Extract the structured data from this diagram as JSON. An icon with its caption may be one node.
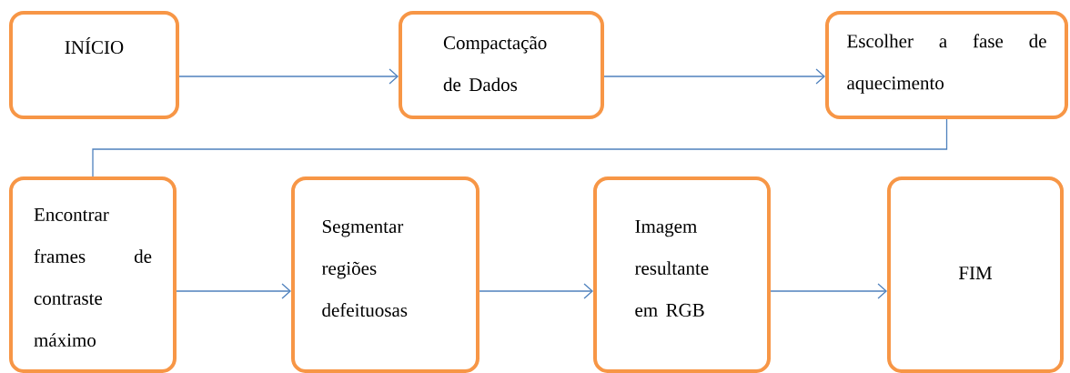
{
  "diagram": {
    "nodes": [
      {
        "text": [
          "INÍCIO"
        ]
      },
      {
        "text": [
          "Compactação de Dados"
        ]
      },
      {
        "text": [
          "Escolher a fase de aquecimento"
        ]
      },
      {
        "text": [
          "Encontrar frames de contraste máximo"
        ]
      },
      {
        "text": [
          "Segmentar regiões defeituosas"
        ]
      },
      {
        "text": [
          "Imagem resultante em RGB"
        ]
      },
      {
        "text": [
          "FIM"
        ]
      }
    ],
    "edges": [
      {
        "from": 0,
        "to": 1,
        "arrow": "to"
      },
      {
        "from": 1,
        "to": 2,
        "arrow": "to"
      },
      {
        "from": 2,
        "to": 3,
        "arrow": "none"
      },
      {
        "from": 3,
        "to": 4,
        "arrow": "to"
      },
      {
        "from": 4,
        "to": 5,
        "arrow": "to"
      },
      {
        "from": 5,
        "to": 6,
        "arrow": "to"
      }
    ]
  }
}
